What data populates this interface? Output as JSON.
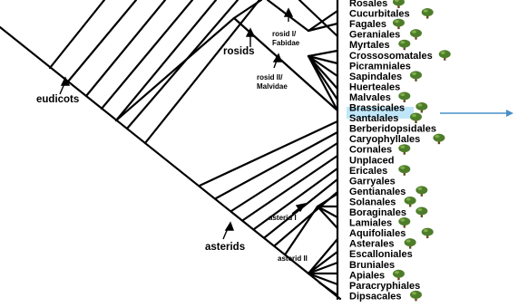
{
  "diagram": {
    "clade_labels": {
      "eudicots": "eudicots",
      "rosids": "rosids",
      "rosid_one": [
        "rosid I/",
        "Fabidae"
      ],
      "rosid_two": [
        "rosid II/",
        "Malvidae"
      ],
      "asterids": "asterids",
      "asterid_one": "asterid I",
      "asterid_two": "asterid II"
    },
    "orders": [
      {
        "name": "Rosales",
        "tree": true
      },
      {
        "name": "Cucurbitales",
        "tree": true
      },
      {
        "name": "Fagales",
        "tree": true
      },
      {
        "name": "Geraniales",
        "tree": true
      },
      {
        "name": "Myrtales",
        "tree": true
      },
      {
        "name": "Crossosomatales",
        "tree": true
      },
      {
        "name": "Picramniales",
        "tree": false
      },
      {
        "name": "Sapindales",
        "tree": true
      },
      {
        "name": "Huerteales",
        "tree": false
      },
      {
        "name": "Malvales",
        "tree": true
      },
      {
        "name": "Brassicales",
        "tree": true,
        "highlighted": true
      },
      {
        "name": "Santalales",
        "tree": true
      },
      {
        "name": "Berberidopsidales",
        "tree": false
      },
      {
        "name": "Caryophyllales",
        "tree": true
      },
      {
        "name": "Cornales",
        "tree": true
      },
      {
        "name": "Unplaced",
        "tree": false
      },
      {
        "name": "Ericales",
        "tree": true
      },
      {
        "name": "Garryales",
        "tree": false
      },
      {
        "name": "Gentianales",
        "tree": true
      },
      {
        "name": "Solanales",
        "tree": true
      },
      {
        "name": "Boraginales",
        "tree": true
      },
      {
        "name": "Lamiales",
        "tree": true
      },
      {
        "name": "Aquifoliales",
        "tree": true
      },
      {
        "name": "Asterales",
        "tree": true
      },
      {
        "name": "Escalloniales",
        "tree": false
      },
      {
        "name": "Bruniales",
        "tree": false
      },
      {
        "name": "Apiales",
        "tree": true
      },
      {
        "name": "Paracryphiales",
        "tree": false
      },
      {
        "name": "Dipsacales",
        "tree": true
      }
    ],
    "colors": {
      "line": "#000000",
      "highlight_bg": "#bfe6f8",
      "highlight_text": "#1f7fc0",
      "arrow": "#4a90c8",
      "tree_canopy": "#4e7d2a",
      "tree_trunk": "#6b4a26"
    }
  }
}
